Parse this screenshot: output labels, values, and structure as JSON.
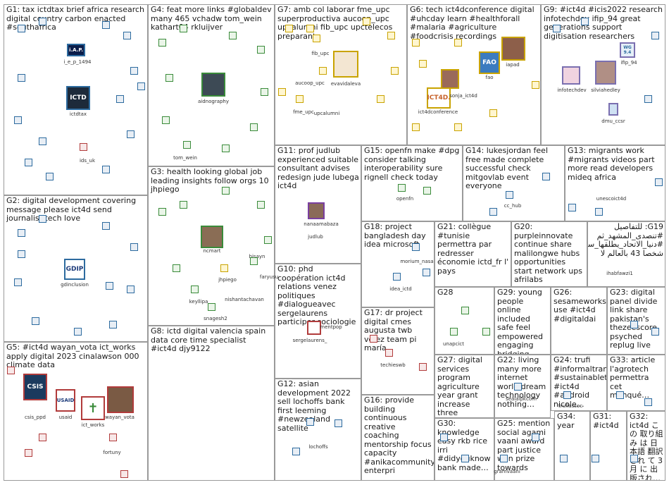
{
  "colors": {
    "edge": "#9aa0a8",
    "highlight": "#f5a3ad",
    "panel_border": "#9a9a9a"
  },
  "panels": [
    {
      "id": "g1",
      "title": "G1: tax ictdtax brief africa research digital country carbon enacted #southafrica"
    },
    {
      "id": "g2",
      "title": "G2: digital development covering message please ict4d send journalist tech love"
    },
    {
      "id": "g3",
      "title": "G3: health looking global job leading insights follow orgs 10 jhpiego"
    },
    {
      "id": "g4",
      "title": "G4: feat more links #globaldev many 465 vchadw tom_wein kathart04 rkluijver"
    },
    {
      "id": "g5",
      "title": "G5: #ict4d wayan_vota ict_works apply digital 2023 cinalawson 000 climate data"
    },
    {
      "id": "g6",
      "title": "G6: tech ict4dconference digital #uhcday learn #healthforall #malaria #agriculture #foodcrisis recordings"
    },
    {
      "id": "g7",
      "title": "G7: amb col laborar fme_upc superproductiva aucoop_upc upcalumni fib_upc upctelecos preparant"
    },
    {
      "id": "g8",
      "title": "G8: ictd digital valencia spain data core time specialist #ict4d djy9122"
    },
    {
      "id": "g9",
      "title": "G9: #ict4d #icis2022 research infotechdev ifip_94 great generations support digitisation researchers"
    },
    {
      "id": "g10",
      "title": "G10: phd coopération ict4d relations venez politiques #dialogueavec sergelaurens participer sociologie"
    },
    {
      "id": "g11",
      "title": "G11: prof judlub experienced suitable consultant advises redesign jude lubega ict4d"
    },
    {
      "id": "g12",
      "title": "G12: asian development 2022 sell lochoffs bank first leeming #newzealand satellite"
    },
    {
      "id": "g13",
      "title": "G13: migrants work #migrants videos part more read developers mideq africa"
    },
    {
      "id": "g14",
      "title": "G14: lukesjordan feel free made complete successful check mitgovlab event everyone"
    },
    {
      "id": "g15",
      "title": "G15: openfn make #dpg consider talking interoperability sure rignell check today"
    },
    {
      "id": "g16",
      "title": "G16: provide building continuous creative coaching mentorship focus capacity #anikacommunity… enterpri"
    },
    {
      "id": "g17",
      "title": "G17: dr project digital cmes augusta twb vélez team pi maría"
    },
    {
      "id": "g18",
      "title": "G18: project bangladesh day idea microsoft"
    },
    {
      "id": "g19",
      "title": "G19: للتفاصيل #تنصدى_المشهد_ثم #دنيا_الاتحاد_يطلقها_سوى شخصا 43 بالعالم لا"
    },
    {
      "id": "g20",
      "title": "G20: purpleinnovate continue share malilongwe hubs opportunities start network ups afrilabs"
    },
    {
      "id": "g21",
      "title": "G21: collègue #tunisie permettra par redresser économie ictd_fr l' pays"
    },
    {
      "id": "g22",
      "title": "G22: living many more internet world dream technology nothing…"
    },
    {
      "id": "g23",
      "title": "G23: digital panel divide link share pakistan's thezeescore psyched replug live"
    },
    {
      "id": "g24",
      "title": "G24: trufi #informaltransp… #sustainabletra… #ict4d #android nicole…"
    },
    {
      "id": "g25",
      "title": "G25: mention social agami vaani award part justice won prize towards"
    },
    {
      "id": "g26",
      "title": "G26: sesameworks… use #ict4d #digitaldai"
    },
    {
      "id": "g27",
      "title": "G27: digital services program agriculture year grant increase three jengalab…"
    },
    {
      "id": "g28",
      "title": "G28"
    },
    {
      "id": "g29",
      "title": "G29: young people online included safe feel empowered engaging bridging…"
    },
    {
      "id": "g30",
      "title": "G30: knowledge easy rkb rice irri #didyouknow bank made…"
    },
    {
      "id": "g31",
      "title": "G31: #ict4d"
    },
    {
      "id": "g32",
      "title": "G32: ict4d この 取り組み は 日本語 翻訳され て 3月 に 出版され…"
    },
    {
      "id": "g33",
      "title": "G33: article l'agrotech permettra cet manqué…"
    },
    {
      "id": "g34",
      "title": "G34: year"
    }
  ],
  "vertex_labels": {
    "i_e_p_1494": "i_e_p_1494",
    "ictdtax": "ictdtax",
    "ids_uk": "ids_uk",
    "aidnography": "aidnography",
    "tom_wein": "tom_wein",
    "fib_upc": "fib_upc",
    "aucoop_upc": "aucoop_upc",
    "evavidaleva": "evavidaleva",
    "fme_upc": "fme_upc",
    "upcalumni": "upcalumni",
    "ict4dconference": "ict4dconference",
    "sonja_ict4d": "sonja_ict4d",
    "fao": "fao",
    "iapad": "iapad",
    "infotechdev": "infotechdev",
    "silviahedley": "silviahedley",
    "ifip_94": "ifip_94",
    "dmu_ccsr": "dmu_ccsr",
    "gdinclusion": "gdinclusion",
    "ncmart": "ncmart",
    "jhpiego": "jhpiego",
    "bisayn": "bisayn",
    "faryusu": "faryusu",
    "keyllipa": "keyllipa",
    "nishantachavan": "nishantachavan",
    "snagesh2": "snagesh2",
    "nanaamabaza": "nanaamabaza",
    "judlub": "judlub",
    "openfn": "openfn",
    "cc_hub": "cc_hub",
    "unescoict4d": "unescoict4d",
    "morium_nasa": "morium_nasa",
    "idea_ictd": "idea_ictd",
    "ihabfawzi1": "ihabfawzi1",
    "sergelaurens_": "sergelaurens_",
    "mentpop": "mentpop",
    "techieswb": "techieswb",
    "csis_ppd": "csis_ppd",
    "usaid": "usaid",
    "ict_works": "ict_works",
    "wayan_vota": "wayan_vota",
    "fortuny": "fortuny",
    "lochoffs": "lochoffs",
    "unapcict": "unapcict",
    "valleyagriculture": "valleyagriculture",
    "gramvaani": "gramvaani",
    "sealalpkcom": "sealalpkcom",
    "trufiassoc": "trufiassoc"
  },
  "logo_text": {
    "ictd": "ICTD",
    "csis": "CSIS",
    "usaid": "USAID",
    "gdip": "GDIP",
    "ict4d": "ICT4D.",
    "fao": "FAO",
    "iap": "i.A.P.",
    "wg": "WG 9.4"
  }
}
